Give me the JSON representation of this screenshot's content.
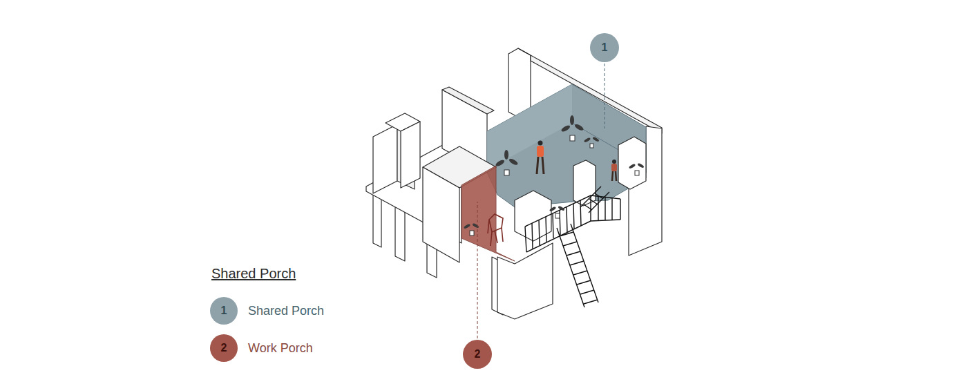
{
  "diagram": {
    "title": "Shared Porch",
    "nodes": [
      {
        "text": [
          "1"
        ]
      },
      {
        "text": [
          "2"
        ]
      }
    ],
    "labels": [
      "1",
      "2"
    ],
    "legend": [
      {
        "text": "Shared Porch",
        "color": "#8fa2aa"
      },
      {
        "text": "Work Porch",
        "color": "#a3564c"
      }
    ]
  }
}
